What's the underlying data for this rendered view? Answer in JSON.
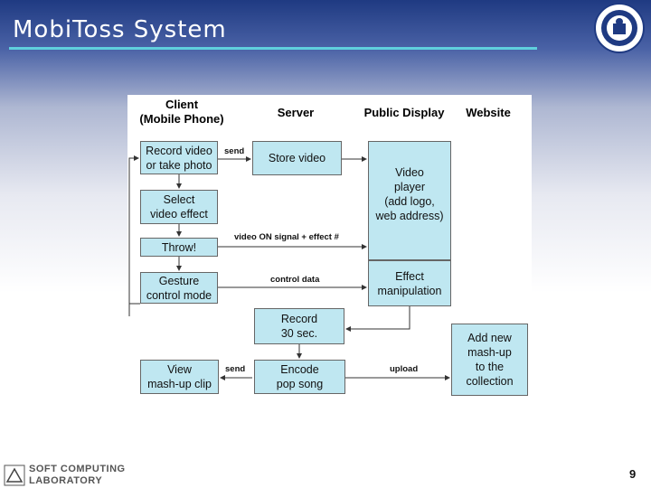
{
  "slide": {
    "title": "Mobi​Toss System",
    "page_number": "9"
  },
  "footer": {
    "lab_line1": "SOFT COMPUTING",
    "lab_line2": "LABORATORY",
    "lab_small": ""
  },
  "diagram": {
    "headers": {
      "client": "Client\n(Mobile Phone)",
      "server": "Server",
      "display": "Public Display",
      "website": "Website"
    },
    "boxes": {
      "record_video": "Record video\nor take photo",
      "select_effect": "Select\nvideo effect",
      "throw": "Throw!",
      "gesture": "Gesture\ncontrol mode",
      "store_video": "Store video",
      "video_player": "Video\nplayer\n(add logo,\nweb address)",
      "effect_manip": "Effect\nmanipulation",
      "record30": "Record\n30 sec.",
      "encode": "Encode\npop song",
      "view_mashup": "View\nmash-up clip",
      "add_mashup": "Add new\nmash-up\nto the\ncollection"
    },
    "labels": {
      "send1": "send",
      "video_on": "video ON signal + effect #",
      "control_data": "control data",
      "send2": "send",
      "upload": "upload"
    }
  }
}
